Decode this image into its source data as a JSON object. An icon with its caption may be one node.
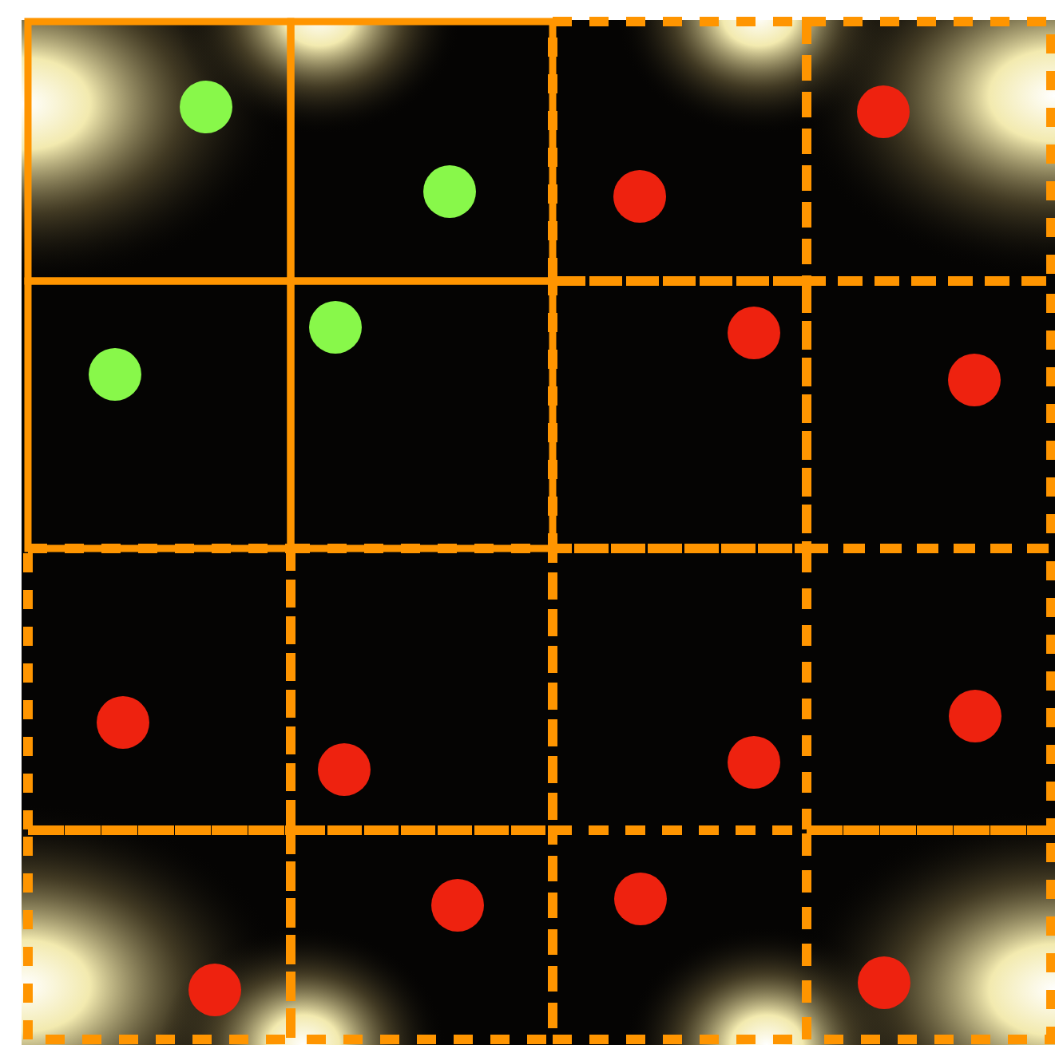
{
  "diagram": {
    "nodes": [
      {
        "text": [],
        "shape": "box"
      },
      {
        "text": [],
        "shape": "circle",
        "in": 0
      },
      {
        "text": [],
        "shape": "box"
      },
      {
        "text": [],
        "shape": "circle",
        "in": 2
      },
      {
        "text": [],
        "shape": "box"
      },
      {
        "text": [],
        "shape": "circle",
        "in": 4
      },
      {
        "text": [],
        "shape": "box"
      },
      {
        "text": [],
        "shape": "circle",
        "in": 6
      },
      {
        "text": [],
        "shape": "box"
      },
      {
        "text": [],
        "shape": "circle",
        "in": 8
      },
      {
        "text": [],
        "shape": "box"
      },
      {
        "text": [],
        "shape": "circle",
        "in": 10
      },
      {
        "text": [],
        "shape": "box"
      },
      {
        "text": [],
        "shape": "circle",
        "in": 12
      },
      {
        "text": [],
        "shape": "box"
      },
      {
        "text": [],
        "shape": "circle",
        "in": 14
      },
      {
        "text": [],
        "shape": "box"
      },
      {
        "text": [],
        "shape": "circle",
        "in": 16
      },
      {
        "text": [],
        "shape": "box"
      },
      {
        "text": [],
        "shape": "circle",
        "in": 18
      },
      {
        "text": [],
        "shape": "box"
      },
      {
        "text": [],
        "shape": "circle",
        "in": 20
      },
      {
        "text": [],
        "shape": "box"
      },
      {
        "text": [],
        "shape": "circle",
        "in": 22
      },
      {
        "text": [],
        "shape": "box"
      },
      {
        "text": [],
        "shape": "circle",
        "in": 24
      },
      {
        "text": [],
        "shape": "box"
      },
      {
        "text": [],
        "shape": "circle",
        "in": 26
      },
      {
        "text": [],
        "shape": "box"
      },
      {
        "text": [],
        "shape": "circle",
        "in": 28
      },
      {
        "text": [],
        "shape": "box"
      },
      {
        "text": [],
        "shape": "circle",
        "in": 30
      }
    ]
  }
}
